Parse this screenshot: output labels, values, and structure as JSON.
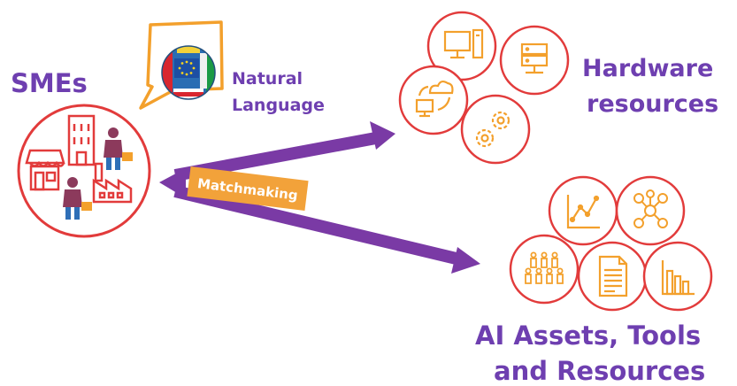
{
  "labels": {
    "smes": "SMEs",
    "natural_language_line1": "Natural",
    "natural_language_line2": "Language",
    "hardware_line1": "Hardware",
    "hardware_line2": "resources",
    "ai_line1": "AI Assets, Tools",
    "ai_line2": "and Resources",
    "matchmaking": "Matchmaking"
  },
  "colors": {
    "purple": "#7a3aa5",
    "title_purple": "#6e3fb0",
    "red": "#e23b3b",
    "orange": "#f3a02c",
    "orange_box": "#f2a23a",
    "person_body": "#8c3a5c",
    "person_legs": "#2e6fb7",
    "bag": "#f3a02c"
  },
  "icons": {
    "smes": [
      "shop-icon",
      "office-building-icon",
      "factory-icon",
      "businessperson-icon"
    ],
    "language": [
      "eu-globe-icon",
      "speech-bubble-icon"
    ],
    "hardware": [
      "desktop-computer-icon",
      "server-rack-icon",
      "cloud-sync-icon",
      "gears-icon"
    ],
    "ai": [
      "line-chart-icon",
      "network-people-icon",
      "team-people-icon",
      "document-icon",
      "bar-chart-icon"
    ]
  }
}
